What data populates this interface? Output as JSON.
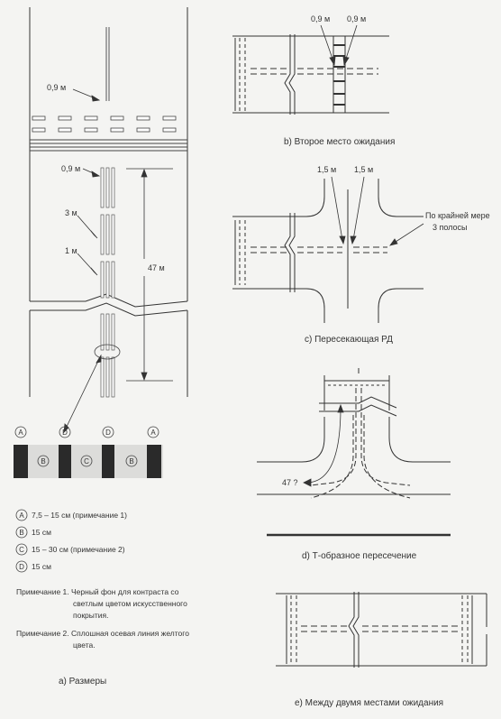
{
  "panel_a": {
    "labels": {
      "top_width": "0,9 м",
      "stripe_width": "0,9 м",
      "dash_length": "3 м",
      "gap_length": "1 м",
      "total_length": "47 м"
    },
    "swatches": [
      {
        "letter": "A"
      },
      {
        "letter": "D"
      },
      {
        "letter": "D"
      },
      {
        "letter": "A"
      },
      {
        "letter": "B"
      },
      {
        "letter": "C"
      },
      {
        "letter": "B"
      }
    ],
    "legend": [
      {
        "letter": "A",
        "text": "7,5 – 15 см (примечание 1)"
      },
      {
        "letter": "B",
        "text": "15 см"
      },
      {
        "letter": "C",
        "text": "15 – 30 см (примечание 2)"
      },
      {
        "letter": "D",
        "text": "15 см"
      }
    ],
    "notes": [
      "Примечание 1. Черный фон для контраста со",
      "светлым цветом искусственного",
      "покрытия.",
      "Примечание 2. Сплошная осевая линия желтого",
      "цвета."
    ],
    "caption": "a)  Размеры"
  },
  "panel_b": {
    "label_left": "0,9 м",
    "label_right": "0,9 м",
    "caption": "b)  Второе место ожидания"
  },
  "panel_c": {
    "label_left": "1,5 м",
    "label_right": "1,5 м",
    "note_line1": "По крайней мере",
    "note_line2": "3 полосы",
    "caption": "c)  Пересекающая РД"
  },
  "panel_d": {
    "label": "47 ?",
    "caption": "d)  Т-образное пересечение"
  },
  "panel_e": {
    "caption": "e)  Между двумя местами ожидания"
  },
  "colors": {
    "ink": "#333333",
    "paper": "#f4f4f2",
    "black_band": "#2a2a2a",
    "light_band": "#dcdcda"
  }
}
